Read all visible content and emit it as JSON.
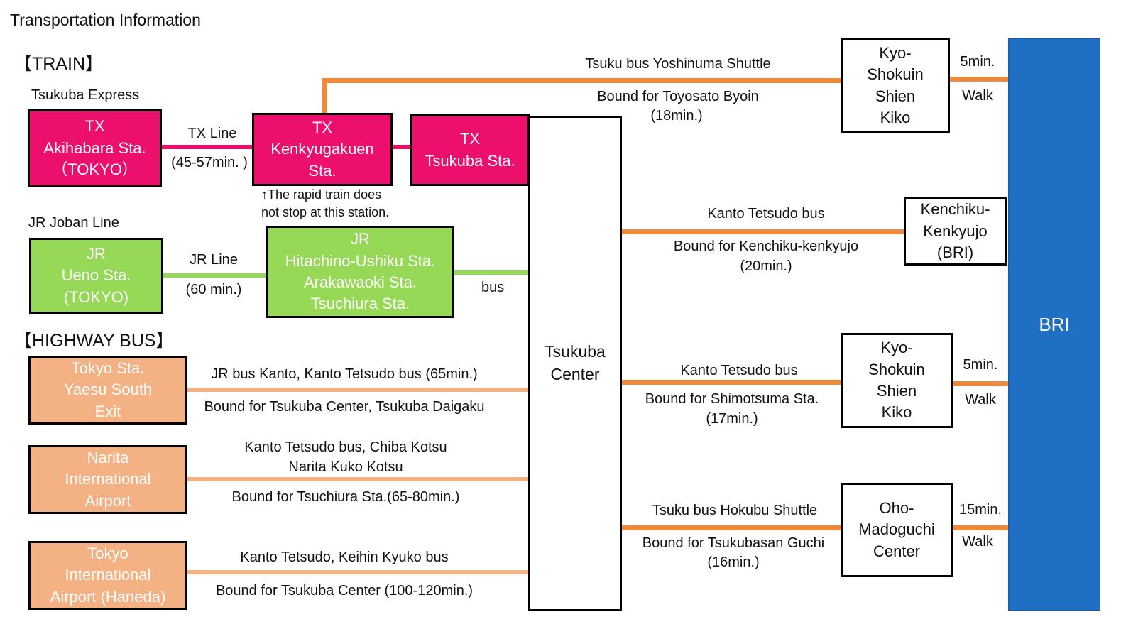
{
  "page_title": "Transportation Information",
  "sections": {
    "train": "【TRAIN】",
    "highway_bus": "【HIGHWAY BUS】"
  },
  "train": {
    "tx_group_label": "Tsukuba Express",
    "jr_group_label": "JR Joban Line",
    "tx_akihabara": "TX\nAkihabara Sta.\n（TOKYO）",
    "tx_line_label": "TX Line",
    "tx_line_time": "(45-57min. )",
    "tx_kenkyugakuen": "TX\nKenkyugakuen\nSta.",
    "tx_note_1": "↑The rapid train does",
    "tx_note_2": "not stop at this station.",
    "tx_tsukuba": "TX\nTsukuba Sta.",
    "jr_ueno": "JR\nUeno Sta.\n(TOKYO)",
    "jr_line_label": "JR Line",
    "jr_line_time": "(60 min.)",
    "jr_stations": "JR\nHitachino-Ushiku Sta.\nArakawaoki Sta.\nTsuchiura Sta.",
    "jr_bus_label": "bus"
  },
  "highway_bus": {
    "tokyo_station": "Tokyo Sta.\nYaesu South\nExit",
    "tokyo_route": "JR bus Kanto, Kanto Tetsudo bus (65min.)",
    "tokyo_bound": "Bound for Tsukuba Center, Tsukuba Daigaku",
    "narita": "Narita\nInternational\nAirport",
    "narita_route_1": "Kanto Tetsudo bus, Chiba Kotsu",
    "narita_route_2": "Narita Kuko Kotsu",
    "narita_bound": "Bound for Tsuchiura Sta.(65-80min.)",
    "haneda": "Tokyo\nInternational\nAirport (Haneda)",
    "haneda_route": "Kanto Tetsudo, Keihin Kyuko bus",
    "haneda_bound": "Bound for Tsukuba Center (100-120min.)"
  },
  "hub": {
    "tsukuba_center": "Tsukuba\nCenter"
  },
  "routes": [
    {
      "route": "Tsuku bus Yoshinuma Shuttle",
      "bound": "Bound for Toyosato Byoin",
      "time": "(18min.)",
      "stop": "Kyo-\nShokuin\nShien\nKiko",
      "walk_time": "5min.",
      "walk": "Walk"
    },
    {
      "route": "Kanto Tetsudo bus",
      "bound": "Bound for Kenchiku-kenkyujo",
      "time": "(20min.)",
      "stop": "Kenchiku-\nKenkyujo\n(BRI)"
    },
    {
      "route": "Kanto Tetsudo bus",
      "bound": "Bound for Shimotsuma Sta.",
      "time": "(17min.)",
      "stop": "Kyo-\nShokuin\nShien\nKiko",
      "walk_time": "5min.",
      "walk": "Walk"
    },
    {
      "route": "Tsuku bus Hokubu Shuttle",
      "bound": "Bound for Tsukubasan Guchi",
      "time": "(16min.)",
      "stop": "Oho-\nMadoguchi\nCenter",
      "walk_time": "15min.",
      "walk": "Walk"
    }
  ],
  "destination": "BRI",
  "colors": {
    "tx": "#ec0f6b",
    "jr": "#96d957",
    "highway": "#f4b183",
    "local_bus": "#ee8a3c",
    "bri": "#1f6fc5"
  }
}
